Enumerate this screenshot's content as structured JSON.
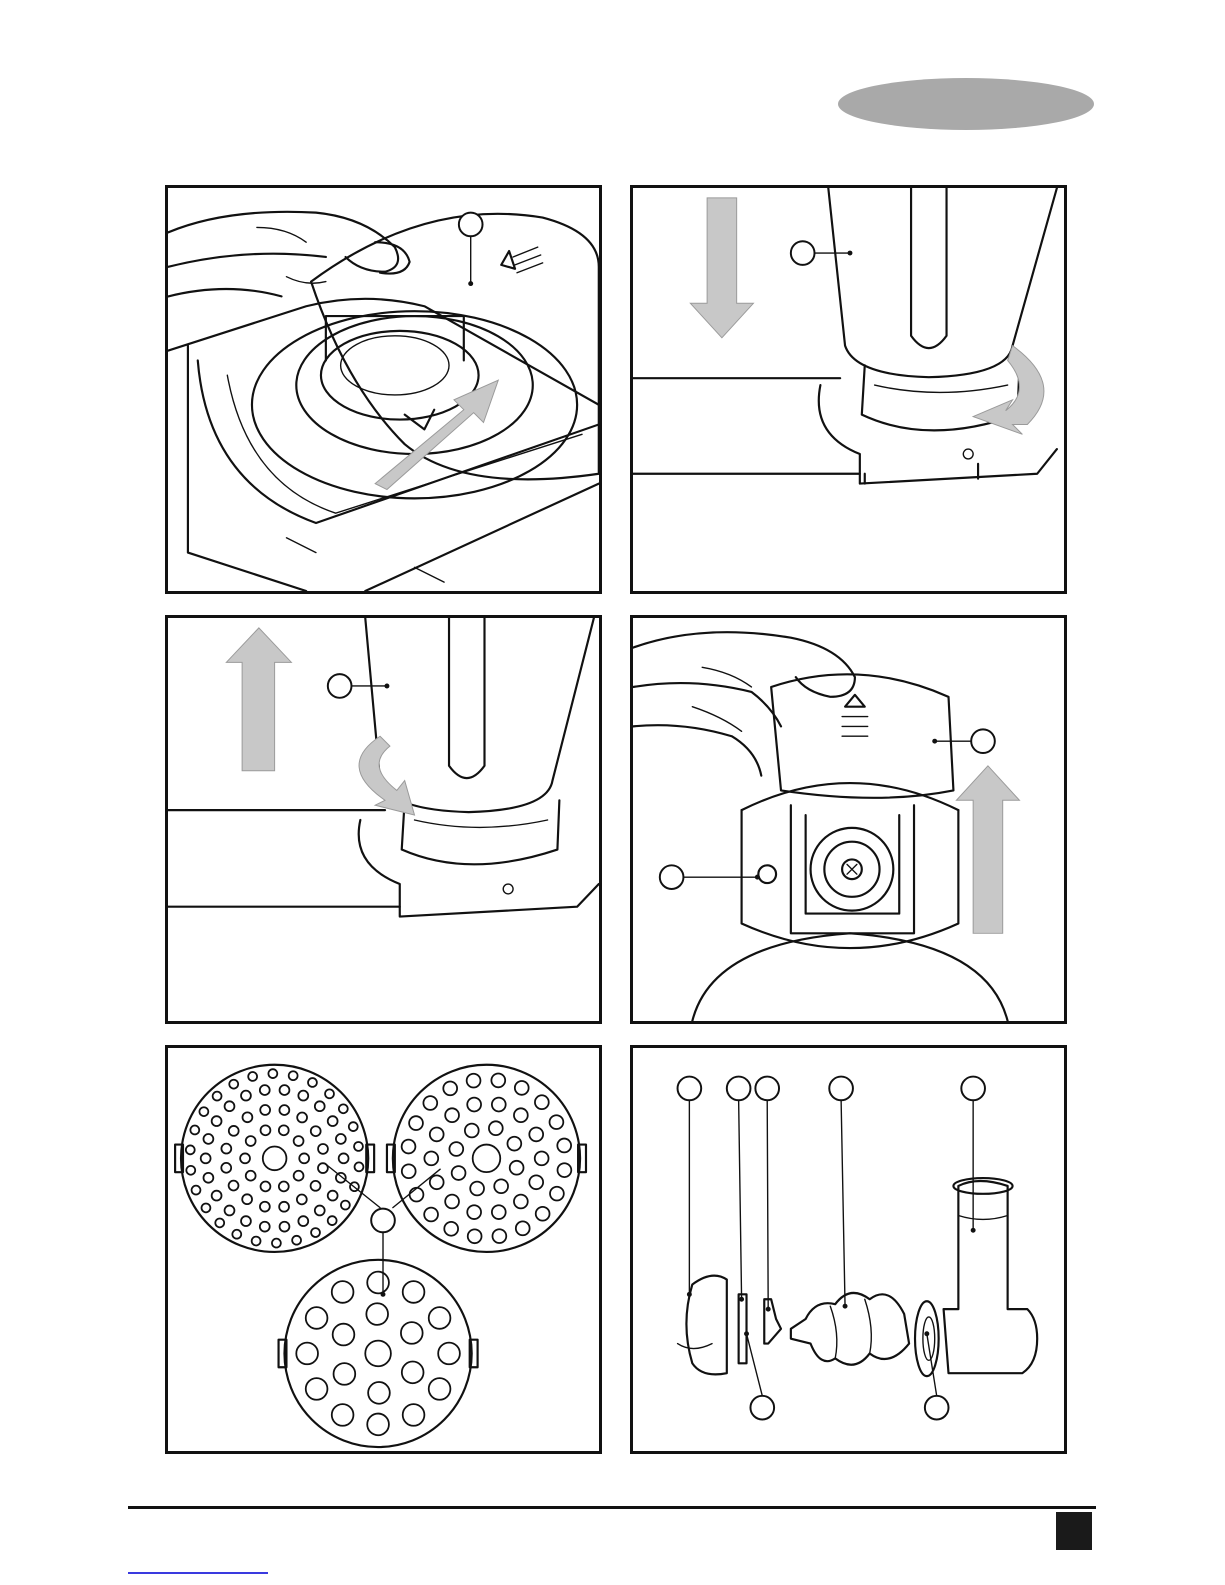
{
  "colors": {
    "tab_fill": "#a9a9a9",
    "arrow_fill": "#c8c8c8",
    "ink": "#111111",
    "page_number_box": "#1a1a1a"
  },
  "panels": [
    {
      "id": "lid-slide-off"
    },
    {
      "id": "feeder-attach"
    },
    {
      "id": "feeder-remove"
    },
    {
      "id": "lid-lift"
    },
    {
      "id": "cutting-plates"
    },
    {
      "id": "mincer-parts"
    }
  ]
}
